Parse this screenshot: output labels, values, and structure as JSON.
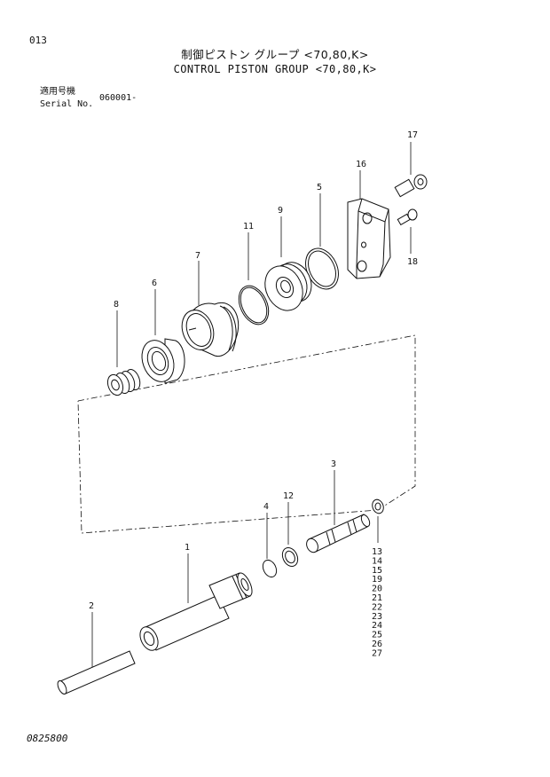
{
  "page_number": "013",
  "title_jp": "制御ピストン グループ <70,80,K>",
  "title_en": "CONTROL PISTON GROUP <70,80,K>",
  "serial_label_jp": "適用号機",
  "serial_label_en": "Serial No.",
  "serial_range": "060001-",
  "document_number": "0825800",
  "callouts": {
    "p1": "1",
    "p2": "2",
    "p3": "3",
    "p4": "4",
    "p5": "5",
    "p6": "6",
    "p7": "7",
    "p8": "8",
    "p9": "9",
    "p11": "11",
    "p12": "12",
    "p16": "16",
    "p17": "17",
    "p18": "18"
  },
  "kit_part_list": [
    "13",
    "14",
    "15",
    "19",
    "20",
    "21",
    "22",
    "23",
    "24",
    "25",
    "26",
    "27"
  ]
}
